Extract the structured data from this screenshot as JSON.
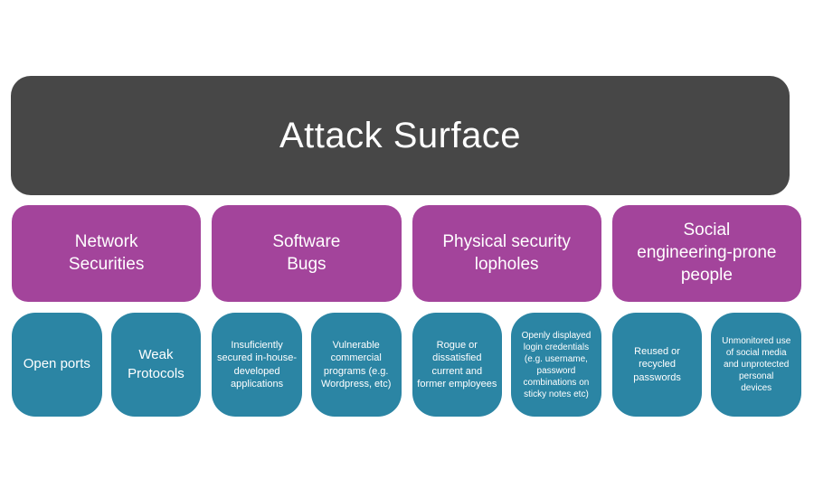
{
  "diagram": {
    "title": "Attack Surface",
    "colors": {
      "title_bg": "#474747",
      "category_bg": "#A3449B",
      "item_bg": "#2B85A4",
      "text": "#FFFFFF",
      "background": "#FFFFFF"
    },
    "categories": [
      {
        "label": "Network\nSecurities",
        "items": [
          "Open ports",
          "Weak\nProtocols"
        ]
      },
      {
        "label": "Software\nBugs",
        "items": [
          "Insuficiently\nsecured in-house-\ndeveloped\napplications",
          "Vulnerable\ncommercial\nprograms (e.g.\nWordpress, etc)"
        ]
      },
      {
        "label": "Physical security\nlopholes",
        "items": [
          "Rogue or\ndissatisfied\ncurrent and\nformer employees",
          "Openly displayed\nlogin credentials\n(e.g. username,\npassword\ncombinations on\nsticky notes etc)"
        ]
      },
      {
        "label": "Social\nengineering-prone\npeople",
        "items": [
          "Reused or\nrecycled\npasswords",
          "Unmonitored use\nof social media\nand unprotected\npersonal\ndevices"
        ]
      }
    ]
  }
}
